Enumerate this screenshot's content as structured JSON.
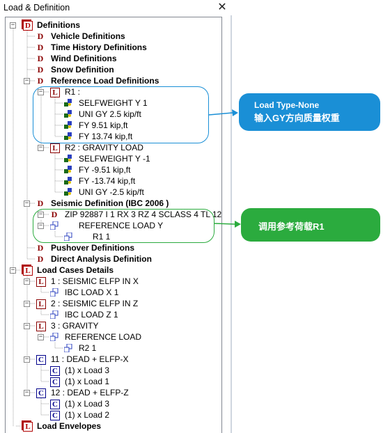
{
  "window": {
    "title": "Load & Definition",
    "close_symbol": "✕"
  },
  "tree": {
    "definitions": "Definitions",
    "vehicle": "Vehicle Definitions",
    "time_history": "Time History Definitions",
    "wind": "Wind Definitions",
    "snow": "Snow Definition",
    "reference_load": "Reference Load Definitions",
    "r1": "R1 :",
    "r1_items": [
      "SELFWEIGHT Y 1",
      "UNI GY 2.5 kip/ft",
      "FY 9.51 kip,ft",
      "FY 13.74 kip,ft"
    ],
    "r2": "R2 : GRAVITY LOAD",
    "r2_items": [
      "SELFWEIGHT Y -1",
      "FY -9.51 kip,ft",
      "FY -13.74 kip,ft",
      "UNI GY -2.5 kip/ft"
    ],
    "seismic": "Seismic Definition (IBC 2006 )",
    "zip": "ZIP 92887 I 1 RX 3 RZ 4 SCLASS 4 TL 12",
    "ref_load_y": "REFERENCE LOAD Y",
    "r1_1": "R1 1",
    "pushover": "Pushover Definitions",
    "direct_analysis": "Direct Analysis Definition",
    "load_cases": "Load Cases Details",
    "case1": "1 : SEISMIC ELFP IN X",
    "case1_item": "IBC LOAD X 1",
    "case2": "2 : SEISMIC ELFP IN Z",
    "case2_item": "IBC LOAD Z 1",
    "case3": "3 : GRAVITY",
    "case3_item": "REFERENCE LOAD",
    "case3_sub": "R2 1",
    "case11": "11 : DEAD + ELFP-X",
    "case11_items": [
      "(1) x Load 3",
      "(1) x Load 1"
    ],
    "case12": "12 : DEAD + ELFP-Z",
    "case12_items": [
      "(1) x Load 3",
      "(1) x Load 2"
    ],
    "envelopes": "Load Envelopes"
  },
  "annotations": {
    "blue_line1": "Load Type-None",
    "blue_line2": "输入GY方向质量权重",
    "green_text": "调用参考荷载R1"
  },
  "colors": {
    "annotation_blue": "#1a8fd6",
    "annotation_green": "#2bab3e",
    "def_icon": "#8b0000",
    "case_icon": "#00008b"
  }
}
